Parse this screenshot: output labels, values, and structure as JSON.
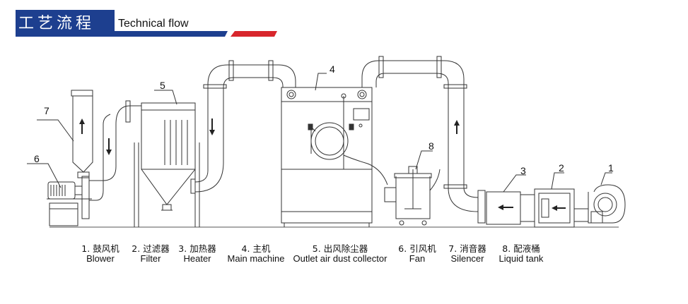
{
  "header": {
    "title_zh": "工艺流程",
    "title_en": "Technical flow"
  },
  "callouts": [
    "1",
    "2",
    "3",
    "4",
    "5",
    "6",
    "7",
    "8"
  ],
  "legend": [
    {
      "zh": "1. 鼓风机",
      "en": "Blower"
    },
    {
      "zh": "2. 过滤器",
      "en": "Filter"
    },
    {
      "zh": "3. 加热器",
      "en": "Heater"
    },
    {
      "zh": "4. 主机",
      "en": "Main machine"
    },
    {
      "zh": "5. 出风除尘器",
      "en": "Outlet air dust collector"
    },
    {
      "zh": "6. 引风机",
      "en": "Fan"
    },
    {
      "zh": "7. 消音器",
      "en": "Silencer"
    },
    {
      "zh": "8. 配液桶",
      "en": "Liquid tank"
    }
  ],
  "colors": {
    "header_blue": "#1d3f8f",
    "header_red": "#d8262c",
    "line": "#333333"
  }
}
